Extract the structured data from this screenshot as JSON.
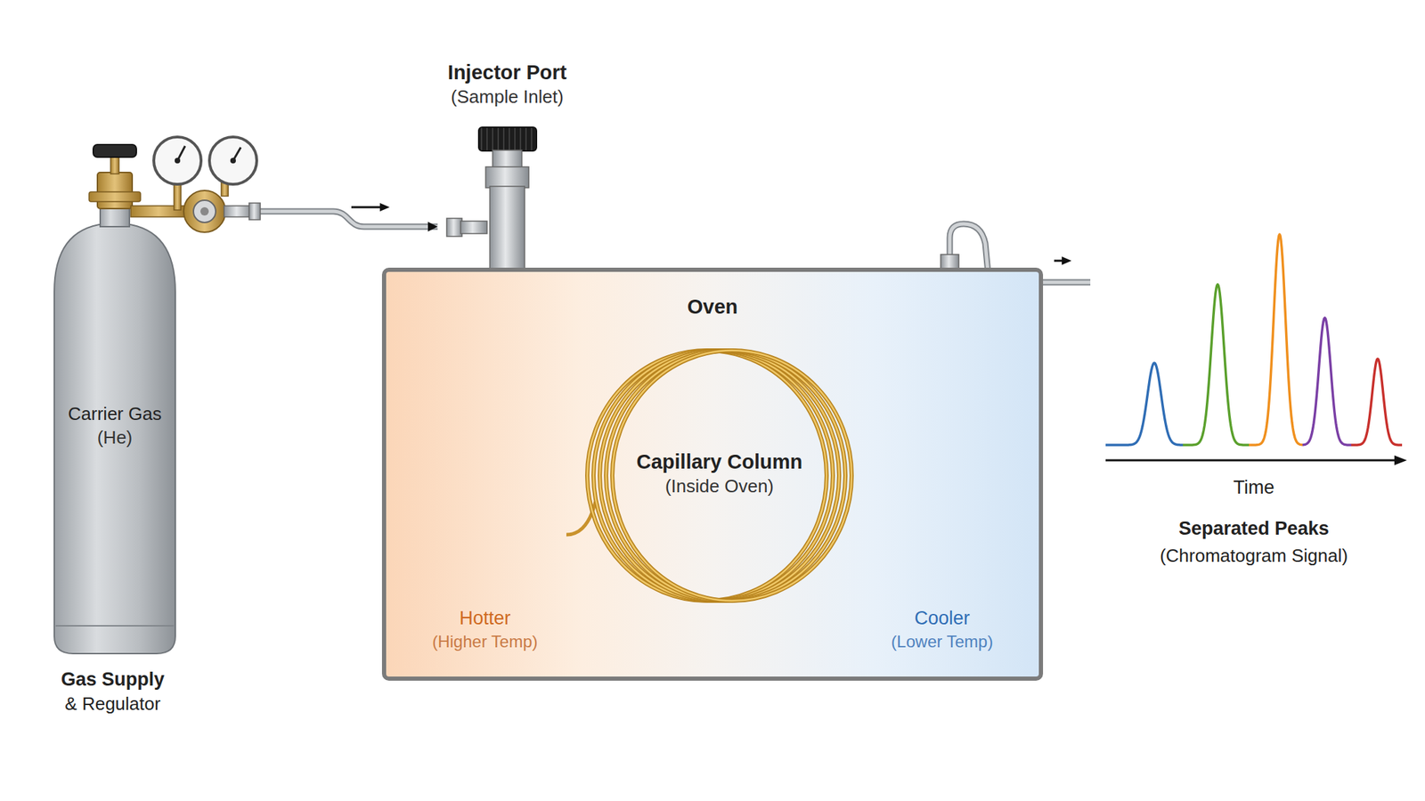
{
  "diagram": {
    "nodes": [
      {
        "text": [
          "Carrier Gas",
          "(He)"
        ]
      },
      {
        "text": [
          "Injector Port",
          "(Sample Inlet)"
        ]
      },
      {
        "text": [
          "Oven"
        ]
      },
      {
        "text": [
          "Capillary Column",
          "(Inside Oven)"
        ],
        "in": 2
      }
    ],
    "edges": [
      {
        "from": 0,
        "to": 1,
        "arrow": "to"
      },
      {
        "from": 1,
        "to": 3,
        "arrow": "none"
      }
    ],
    "labels": [
      "Gas Supply",
      "& Regulator",
      "Hotter",
      "(Higher Temp)",
      "Cooler",
      "(Lower Temp)",
      "Time",
      "Separated Peaks",
      "(Chromatogram Signal)"
    ]
  }
}
